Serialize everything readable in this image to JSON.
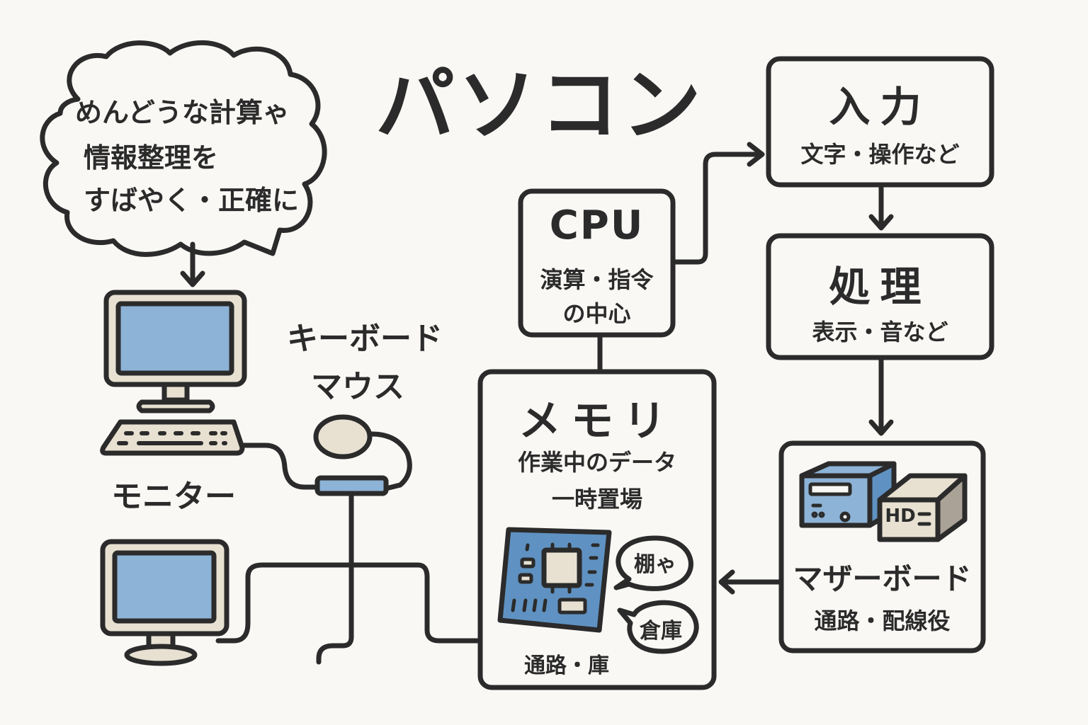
{
  "title": "パソコン",
  "thought_bubble": {
    "lines": [
      "めんどうな計算ゃ",
      "情報整理を",
      "すばやく・正確に"
    ]
  },
  "boxes": {
    "input": {
      "title": "入力",
      "subtitle": "文字・操作など"
    },
    "process": {
      "title": "処理",
      "subtitle": "表示・音など"
    },
    "cpu": {
      "title": "CPU",
      "subtitle_lines": [
        "演算・指令",
        "の中心"
      ]
    },
    "memory": {
      "title": "メモリ",
      "subtitle_lines": [
        "作業中のデータ",
        "一時置場"
      ],
      "speech_1": "棚ゃ",
      "speech_2": "倉庫",
      "caption": "通路・庫"
    },
    "motherboard": {
      "title": "マザーボード",
      "subtitle": "通路・配線役",
      "hd_label": "HD"
    }
  },
  "labels": {
    "keyboard_mouse": [
      "キーボード",
      "マウス"
    ],
    "monitor": "モニター"
  },
  "colors": {
    "background": "#faf8f5",
    "ink": "#2b2b2b",
    "screen_blue": "#8db3d6",
    "device_beige": "#e8e1d2"
  }
}
